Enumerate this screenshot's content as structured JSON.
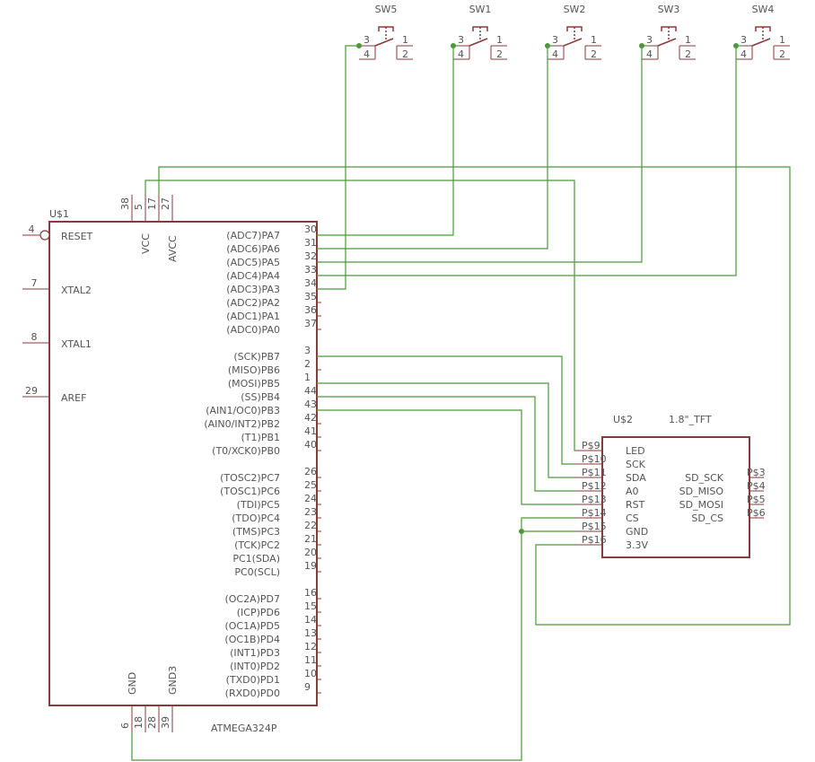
{
  "mcu": {
    "ref": "U$1",
    "part": "ATMEGA324P",
    "left_pins": [
      {
        "num": "4",
        "name": "RESET"
      },
      {
        "num": "7",
        "name": "XTAL2"
      },
      {
        "num": "8",
        "name": "XTAL1"
      },
      {
        "num": "29",
        "name": "AREF"
      }
    ],
    "top_pins": [
      {
        "num": "38",
        "name": "VCC"
      },
      {
        "num": "5",
        "name": ""
      },
      {
        "num": "17",
        "name": ""
      },
      {
        "num": "27",
        "name": "AVCC"
      }
    ],
    "bottom_pins": [
      {
        "num": "6",
        "name": "GND"
      },
      {
        "num": "18",
        "name": ""
      },
      {
        "num": "28",
        "name": ""
      },
      {
        "num": "39",
        "name": "GND3"
      }
    ],
    "right_pins": [
      {
        "name": "(ADC7)PA7",
        "num": "30"
      },
      {
        "name": "(ADC6)PA6",
        "num": "31"
      },
      {
        "name": "(ADC5)PA5",
        "num": "32"
      },
      {
        "name": "(ADC4)PA4",
        "num": "33"
      },
      {
        "name": "(ADC3)PA3",
        "num": "34"
      },
      {
        "name": "(ADC2)PA2",
        "num": "35"
      },
      {
        "name": "(ADC1)PA1",
        "num": "36"
      },
      {
        "name": "(ADC0)PA0",
        "num": "37"
      },
      {
        "name": "(SCK)PB7",
        "num": "3"
      },
      {
        "name": "(MISO)PB6",
        "num": "2"
      },
      {
        "name": "(MOSI)PB5",
        "num": "1"
      },
      {
        "name": "(SS)PB4",
        "num": "44"
      },
      {
        "name": "(AIN1/OC0)PB3",
        "num": "43"
      },
      {
        "name": "(AIN0/INT2)PB2",
        "num": "42"
      },
      {
        "name": "(T1)PB1",
        "num": "41"
      },
      {
        "name": "(T0/XCK0)PB0",
        "num": "40"
      },
      {
        "name": "(TOSC2)PC7",
        "num": "26"
      },
      {
        "name": "(TOSC1)PC6",
        "num": "25"
      },
      {
        "name": "(TDI)PC5",
        "num": "24"
      },
      {
        "name": "(TDO)PC4",
        "num": "23"
      },
      {
        "name": "(TMS)PC3",
        "num": "22"
      },
      {
        "name": "(TCK)PC2",
        "num": "21"
      },
      {
        "name": "PC1(SDA)",
        "num": "20"
      },
      {
        "name": "PC0(SCL)",
        "num": "19"
      },
      {
        "name": "(OC2A)PD7",
        "num": "16"
      },
      {
        "name": "(ICP)PD6",
        "num": "15"
      },
      {
        "name": "(OC1A)PD5",
        "num": "14"
      },
      {
        "name": "(OC1B)PD4",
        "num": "13"
      },
      {
        "name": "(INT1)PD3",
        "num": "12"
      },
      {
        "name": "(INT0)PD2",
        "num": "11"
      },
      {
        "name": "(TXD0)PD1",
        "num": "10"
      },
      {
        "name": "(RXD0)PD0",
        "num": "9"
      }
    ]
  },
  "tft": {
    "ref": "U$2",
    "part": "1.8\"_TFT",
    "left_pins": [
      {
        "num": "P$9",
        "name": "LED"
      },
      {
        "num": "P$10",
        "name": "SCK"
      },
      {
        "num": "P$11",
        "name": "SDA"
      },
      {
        "num": "P$12",
        "name": "A0"
      },
      {
        "num": "P$13",
        "name": "RST"
      },
      {
        "num": "P$14",
        "name": "CS"
      },
      {
        "num": "P$15",
        "name": "GND"
      },
      {
        "num": "P$16",
        "name": "3.3V"
      }
    ],
    "right_pins": [
      {
        "num": "P$3",
        "name": "SD_SCK"
      },
      {
        "num": "P$4",
        "name": "SD_MISO"
      },
      {
        "num": "P$5",
        "name": "SD_MOSI"
      },
      {
        "num": "P$6",
        "name": "SD_CS"
      }
    ]
  },
  "switches": [
    {
      "ref": "SW5",
      "p1": "1",
      "p2": "2",
      "p3": "3",
      "p4": "4"
    },
    {
      "ref": "SW1",
      "p1": "1",
      "p2": "2",
      "p3": "3",
      "p4": "4"
    },
    {
      "ref": "SW2",
      "p1": "1",
      "p2": "2",
      "p3": "3",
      "p4": "4"
    },
    {
      "ref": "SW3",
      "p1": "1",
      "p2": "2",
      "p3": "3",
      "p4": "4"
    },
    {
      "ref": "SW4",
      "p1": "1",
      "p2": "2",
      "p3": "3",
      "p4": "4"
    }
  ]
}
